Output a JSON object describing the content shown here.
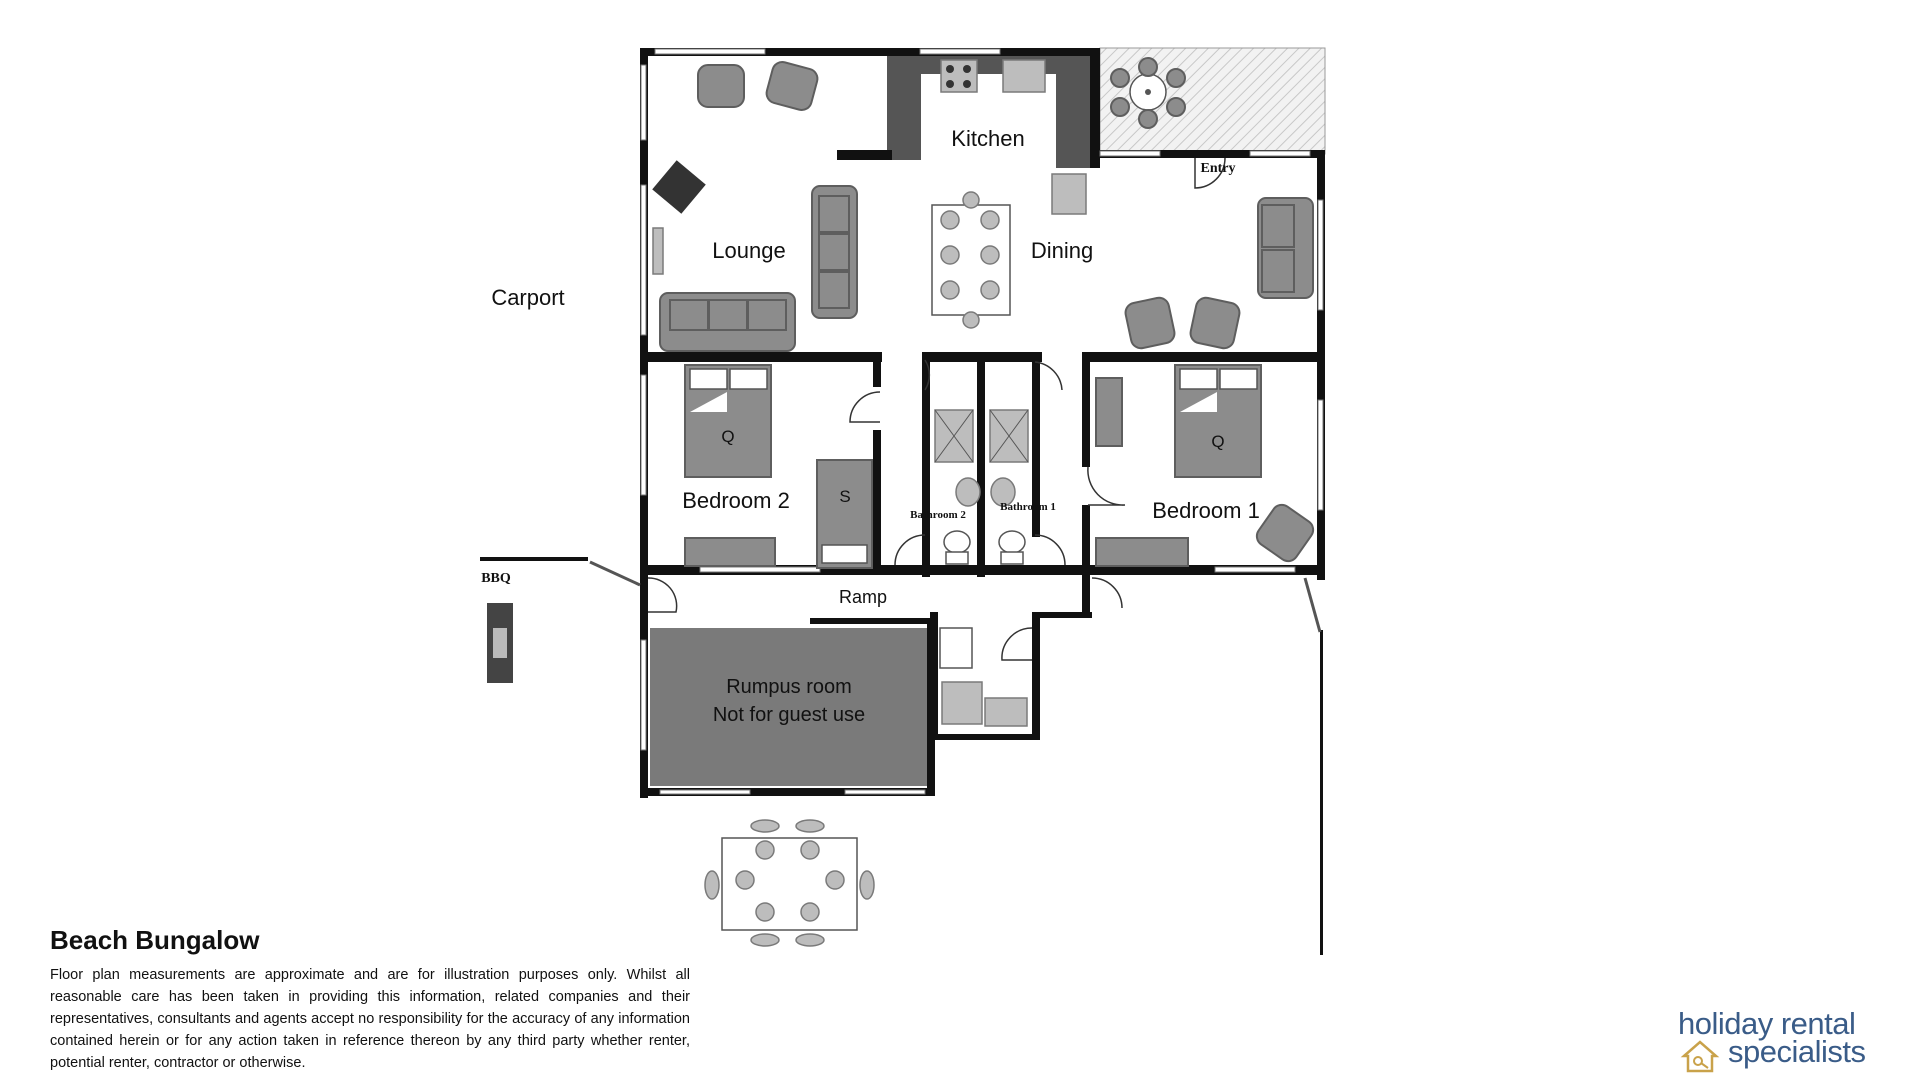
{
  "plan": {
    "rooms": {
      "kitchen": "Kitchen",
      "lounge": "Lounge",
      "dining": "Dining",
      "entry": "Entry",
      "carport": "Carport",
      "bedroom2": "Bedroom 2",
      "bedroom1": "Bedroom 1",
      "bathroom2": "Bathroom 2",
      "bathroom1": "Bathroom 1",
      "ramp": "Ramp",
      "bbq": "BBQ",
      "rumpus_line1": "Rumpus room",
      "rumpus_line2": "Not for guest use"
    },
    "beds": {
      "bed2_queen": "Q",
      "bed2_single": "S",
      "bed1_queen": "Q"
    }
  },
  "title": "Beach Bungalow",
  "disclaimer": "Floor plan measurements are approximate and are for illustration purposes only. Whilst all reasonable care has been taken in providing this information, related companies and their representatives, consultants and agents accept no responsibility for the accuracy of any information contained herein or for any action taken in reference thereon by any third party whether renter, potential renter, contractor or otherwise.",
  "logo": {
    "line1": "holiday rental",
    "line2": "specialists",
    "color": "#3a5c88",
    "icon": "house-key-icon"
  },
  "colors": {
    "wall": "#111111",
    "furniture": "#8c8c8c",
    "rumpus_fill": "#7a7a7a",
    "deck_hatch": "#d9d9d9"
  }
}
